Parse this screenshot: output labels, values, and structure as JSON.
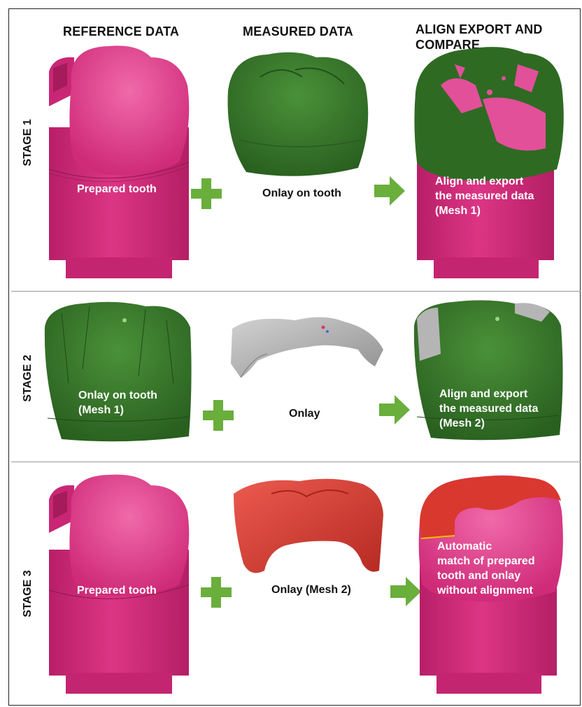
{
  "columns": {
    "reference": "REFERENCE DATA",
    "measured": "MEASURED DATA",
    "align_line1": "ALIGN EXPORT AND",
    "align_line2": "COMPARE"
  },
  "stages": [
    {
      "label": "STAGE 1",
      "reference_caption": "Prepared tooth",
      "measured_caption": "Onlay on tooth",
      "result_caption": [
        "Align and export",
        "the measured data",
        "(Mesh 1)"
      ]
    },
    {
      "label": "STAGE 2",
      "reference_caption": [
        "Onlay on tooth",
        "(Mesh 1)"
      ],
      "measured_caption": "Onlay",
      "result_caption": [
        "Align and export",
        "the measured data",
        "(Mesh 2)"
      ]
    },
    {
      "label": "STAGE 3",
      "reference_caption": "Prepared tooth",
      "measured_caption": "Onlay (Mesh 2)",
      "result_caption": [
        "Automatic",
        "match of prepared",
        "tooth and onlay",
        "without alignment"
      ]
    }
  ],
  "colors": {
    "pink": "#d62d7f",
    "pink_light": "#e8559c",
    "green": "#2f6a23",
    "green_light": "#3f8430",
    "grey": "#b5b5b5",
    "red": "#d9382f",
    "connector": "#6aae3c"
  },
  "icons": {
    "plus": "plus-icon",
    "arrow": "arrow-right-icon"
  }
}
